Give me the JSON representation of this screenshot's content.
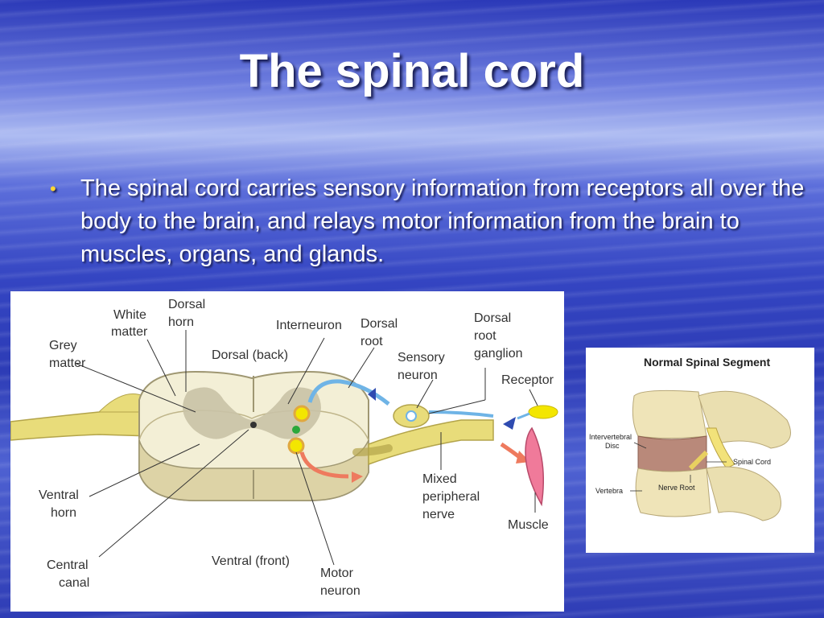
{
  "slide": {
    "title": "The spinal cord",
    "bullet": "The spinal cord carries sensory information from receptors all over the body to the brain, and relays motor information from the brain to muscles, organs, and glands."
  },
  "left_diagram": {
    "labels": {
      "white_matter_1": "White",
      "white_matter_2": "matter",
      "dorsal_horn_1": "Dorsal",
      "dorsal_horn_2": "horn",
      "grey_matter_1": "Grey",
      "grey_matter_2": "matter",
      "interneuron": "Interneuron",
      "dorsal_back": "Dorsal (back)",
      "dorsal_root_1": "Dorsal",
      "dorsal_root_2": "root",
      "sensory_neuron_1": "Sensory",
      "sensory_neuron_2": "neuron",
      "dorsal_root_ganglion_1": "Dorsal",
      "dorsal_root_ganglion_2": "root",
      "dorsal_root_ganglion_3": "ganglion",
      "receptor": "Receptor",
      "ventral_horn_1": "Ventral",
      "ventral_horn_2": "horn",
      "mixed_nerve_1": "Mixed",
      "mixed_nerve_2": "peripheral",
      "mixed_nerve_3": "nerve",
      "muscle": "Muscle",
      "central_canal_1": "Central",
      "central_canal_2": "canal",
      "ventral_front": "Ventral (front)",
      "motor_neuron_1": "Motor",
      "motor_neuron_2": "neuron"
    }
  },
  "right_diagram": {
    "title": "Normal Spinal Segment",
    "labels": {
      "disc_1": "Intervertebral",
      "disc_2": "Disc",
      "spinal_cord": "Spinal Cord",
      "nerve_root": "Nerve Root",
      "vertebra": "Vertebra"
    }
  },
  "colors": {
    "title_text": "#ffffff",
    "bullet_marker": "#ffd633",
    "nerve_yellow": "#e8dc7a",
    "cord_cream": "#f3efd6"
  }
}
